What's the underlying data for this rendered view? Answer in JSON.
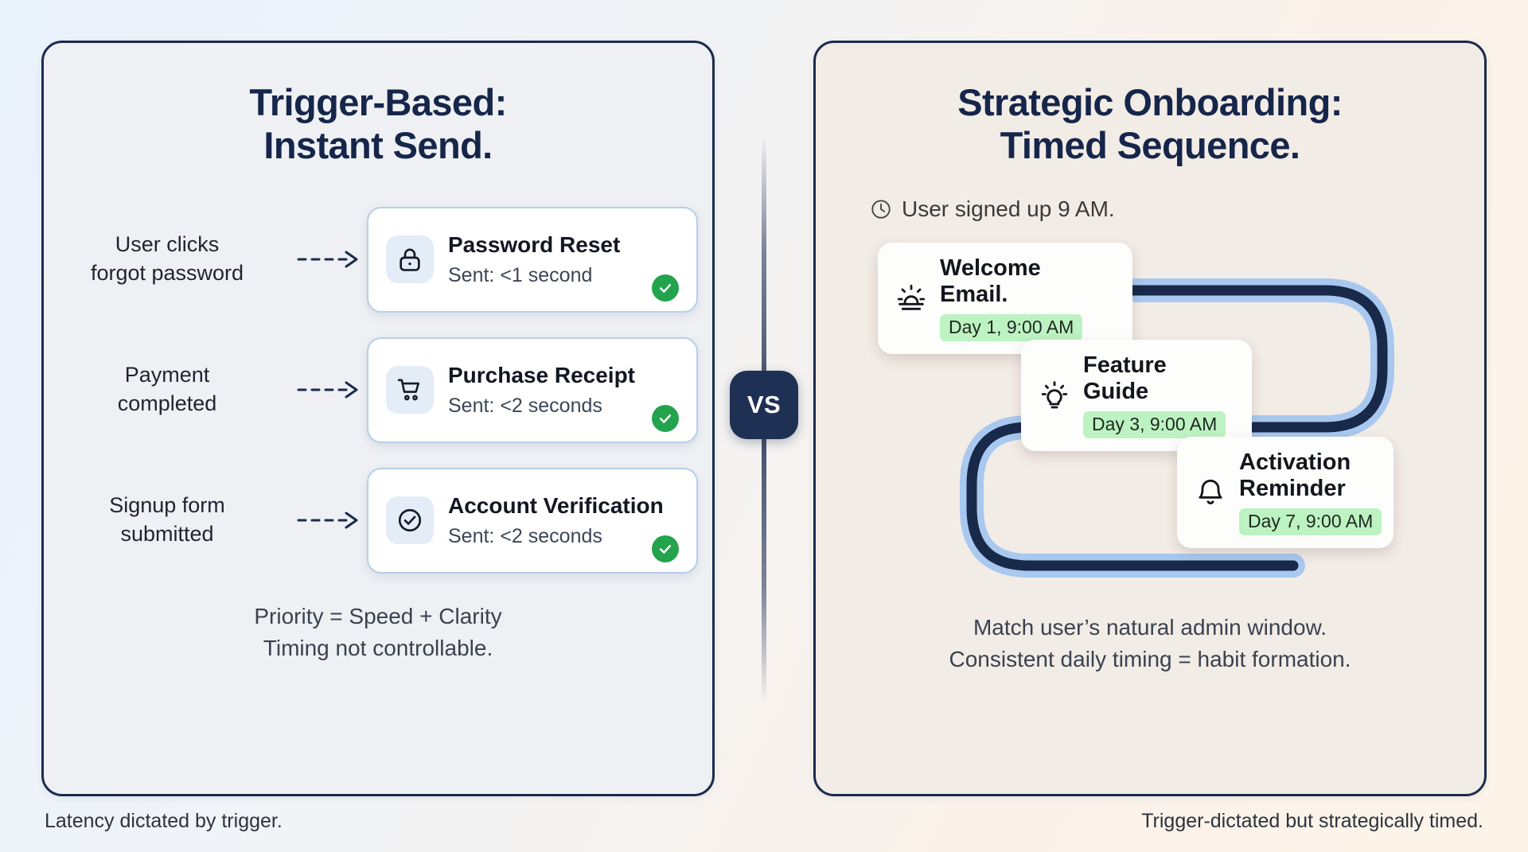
{
  "colors": {
    "navy": "#1b2b4d",
    "panel_left_bg": "#eef0f4",
    "panel_right_bg": "#f2ece6",
    "accent_green": "#22a34c",
    "chip_green": "#bdf2c2",
    "card_border_blue": "#b6cfe8",
    "path_dark": "#18294a",
    "path_glow": "#a9c8ef"
  },
  "divider": {
    "label": "VS"
  },
  "left_panel": {
    "title_line1": "Trigger-Based:",
    "title_line2": "Instant Send.",
    "rows": [
      {
        "trigger_line1": "User clicks",
        "trigger_line2": "forgot password",
        "arrow_icon": "dashed-arrow-right-icon",
        "card": {
          "icon": "lock-icon",
          "title": "Password Reset",
          "subtitle": "Sent: <1 second",
          "status_icon": "check-circle-icon"
        }
      },
      {
        "trigger_line1": "Payment",
        "trigger_line2": "completed",
        "arrow_icon": "dashed-arrow-right-icon",
        "card": {
          "icon": "shopping-cart-icon",
          "title": "Purchase Receipt",
          "subtitle": "Sent: <2 seconds",
          "status_icon": "check-circle-icon"
        }
      },
      {
        "trigger_line1": "Signup form",
        "trigger_line2": "submitted",
        "arrow_icon": "dashed-arrow-right-icon",
        "card": {
          "icon": "check-circle-outline-icon",
          "title": "Account Verification",
          "subtitle": "Sent: <2 seconds",
          "status_icon": "check-circle-icon"
        }
      }
    ],
    "footnote_line1": "Priority = Speed + Clarity",
    "footnote_line2": "Timing not controllable.",
    "caption": "Latency dictated by trigger."
  },
  "right_panel": {
    "title_line1": "Strategic Onboarding:",
    "title_line2": "Timed Sequence.",
    "signup_icon": "clock-icon",
    "signup_text": "User signed up 9 AM.",
    "sequence": [
      {
        "icon": "sunrise-icon",
        "title": "Welcome Email.",
        "chip": "Day 1, 9:00 AM"
      },
      {
        "icon": "lightbulb-icon",
        "title": "Feature Guide",
        "chip": "Day 3, 9:00 AM"
      },
      {
        "icon": "bell-icon",
        "title": "Activation Reminder",
        "chip": "Day 7, 9:00 AM"
      }
    ],
    "footnote_line1": "Match user’s natural admin window.",
    "footnote_line2": "Consistent daily timing = habit formation.",
    "caption": "Trigger-dictated but strategically timed."
  }
}
